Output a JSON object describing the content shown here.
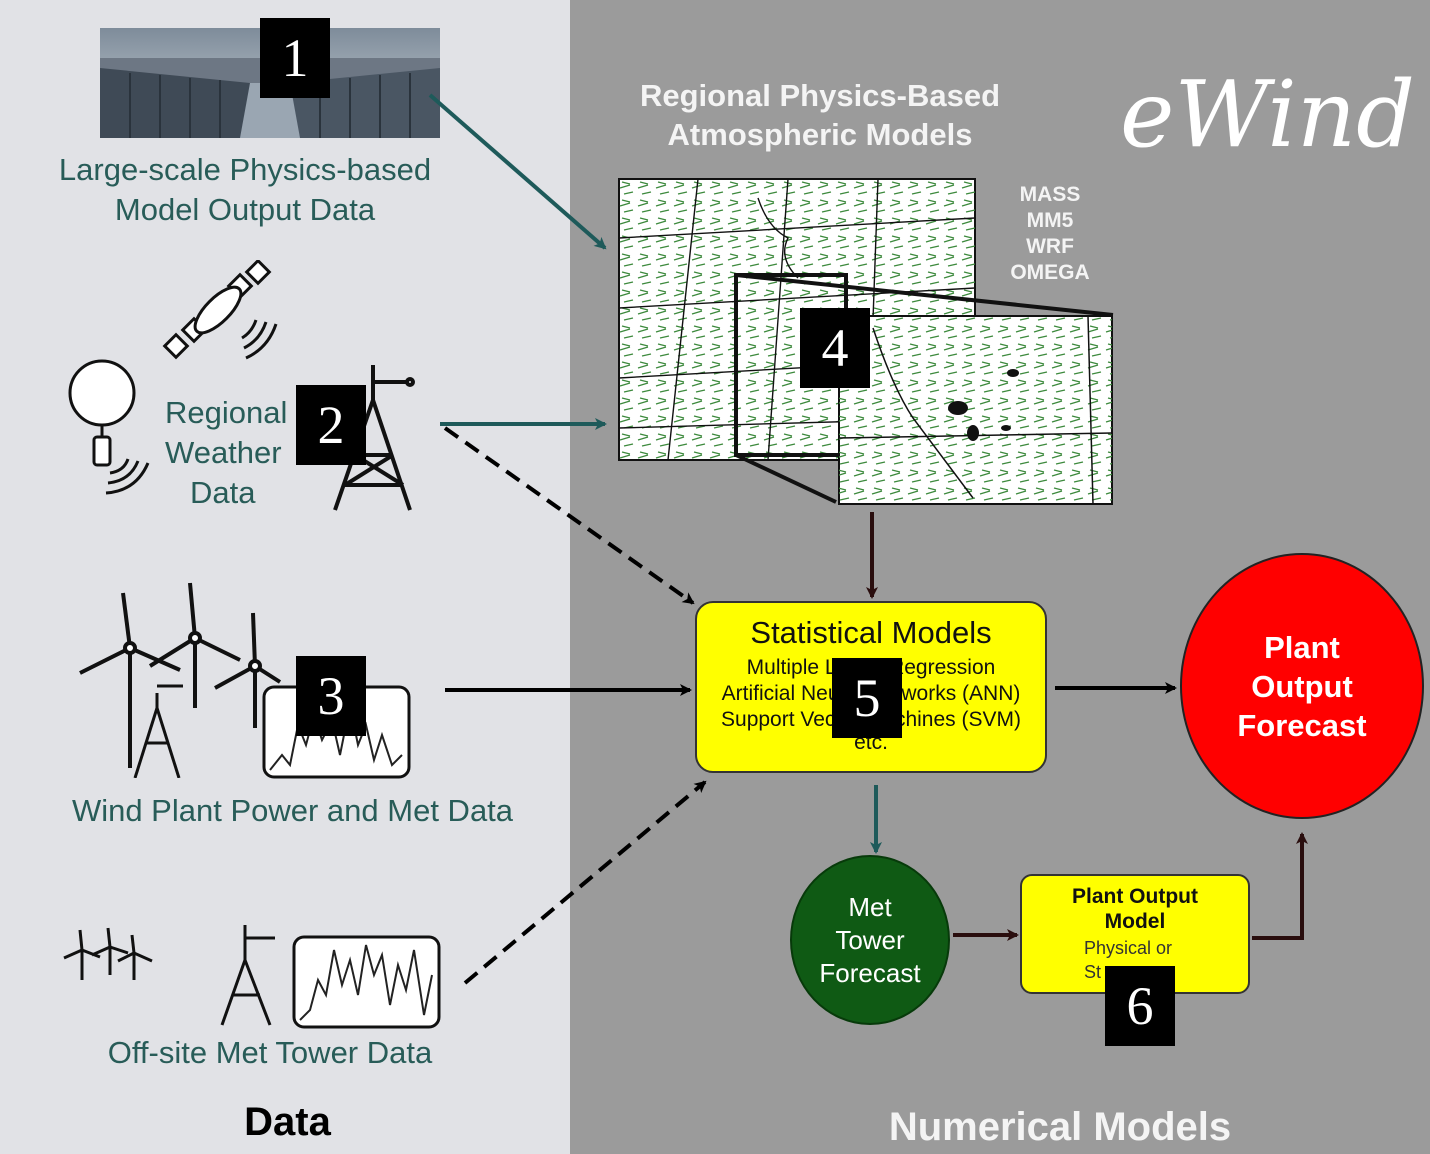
{
  "brand": {
    "title": "eWind"
  },
  "sections": {
    "data_footer": "Data",
    "models_footer": "Numerical Models"
  },
  "regional_models": {
    "title_line1": "Regional Physics-Based",
    "title_line2": "Atmospheric Models",
    "model_names": [
      "MASS",
      "MM5",
      "WRF",
      "OMEGA"
    ]
  },
  "inputs": {
    "large_scale_line1": "Large-scale Physics-based",
    "large_scale_line2": "Model Output Data",
    "regional_line1": "Regional",
    "regional_line2": "Weather",
    "regional_line3": "Data",
    "wind_plant": "Wind Plant Power and Met Data",
    "offsite": "Off-site Met Tower Data"
  },
  "statistical": {
    "title": "Statistical Models",
    "line1": "Multiple Linear Regression",
    "line2": "Artificial Neural Networks (ANN)",
    "line3": "Support Vector Machines (SVM)",
    "line4": "etc."
  },
  "met_tower": {
    "line1": "Met",
    "line2": "Tower",
    "line3": "Forecast"
  },
  "plant_model": {
    "line1": "Plant Output",
    "line2": "Model",
    "line3": "Physical or",
    "line4": "St"
  },
  "plant_forecast": {
    "line1": "Plant",
    "line2": "Output",
    "line3": "Forecast"
  },
  "badges": [
    "1",
    "2",
    "3",
    "4",
    "5",
    "6"
  ],
  "colors": {
    "left_panel": "#e1e2e6",
    "right_panel": "#9b9b9b",
    "teal_arrow": "#1e5a5a",
    "dark_arrow": "#2a0e0e",
    "yellow_box": "#ffff00",
    "met_tower_circle": "#0f5a14",
    "forecast_circle": "#ff0000"
  }
}
